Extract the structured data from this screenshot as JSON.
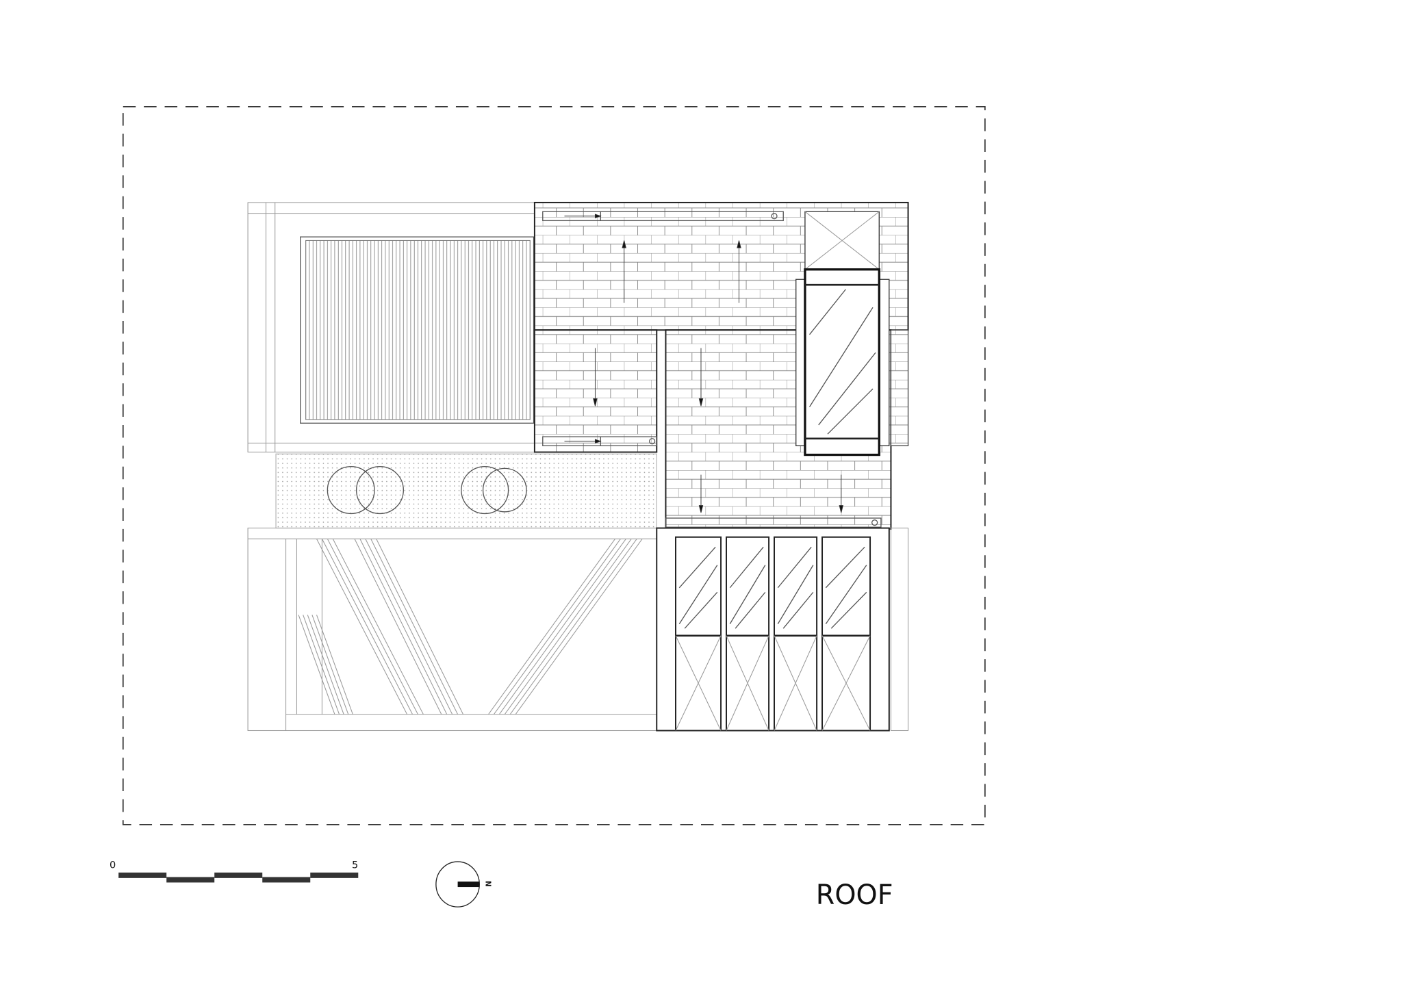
{
  "drawing": {
    "title": "ROOF",
    "scale_bar": {
      "start_label": "0",
      "end_label": "5",
      "segments": 5
    },
    "north_arrow": {
      "label": "N"
    },
    "colors": {
      "line": "#222222",
      "light_line": "#9a9a9a",
      "background": "#ffffff"
    }
  }
}
